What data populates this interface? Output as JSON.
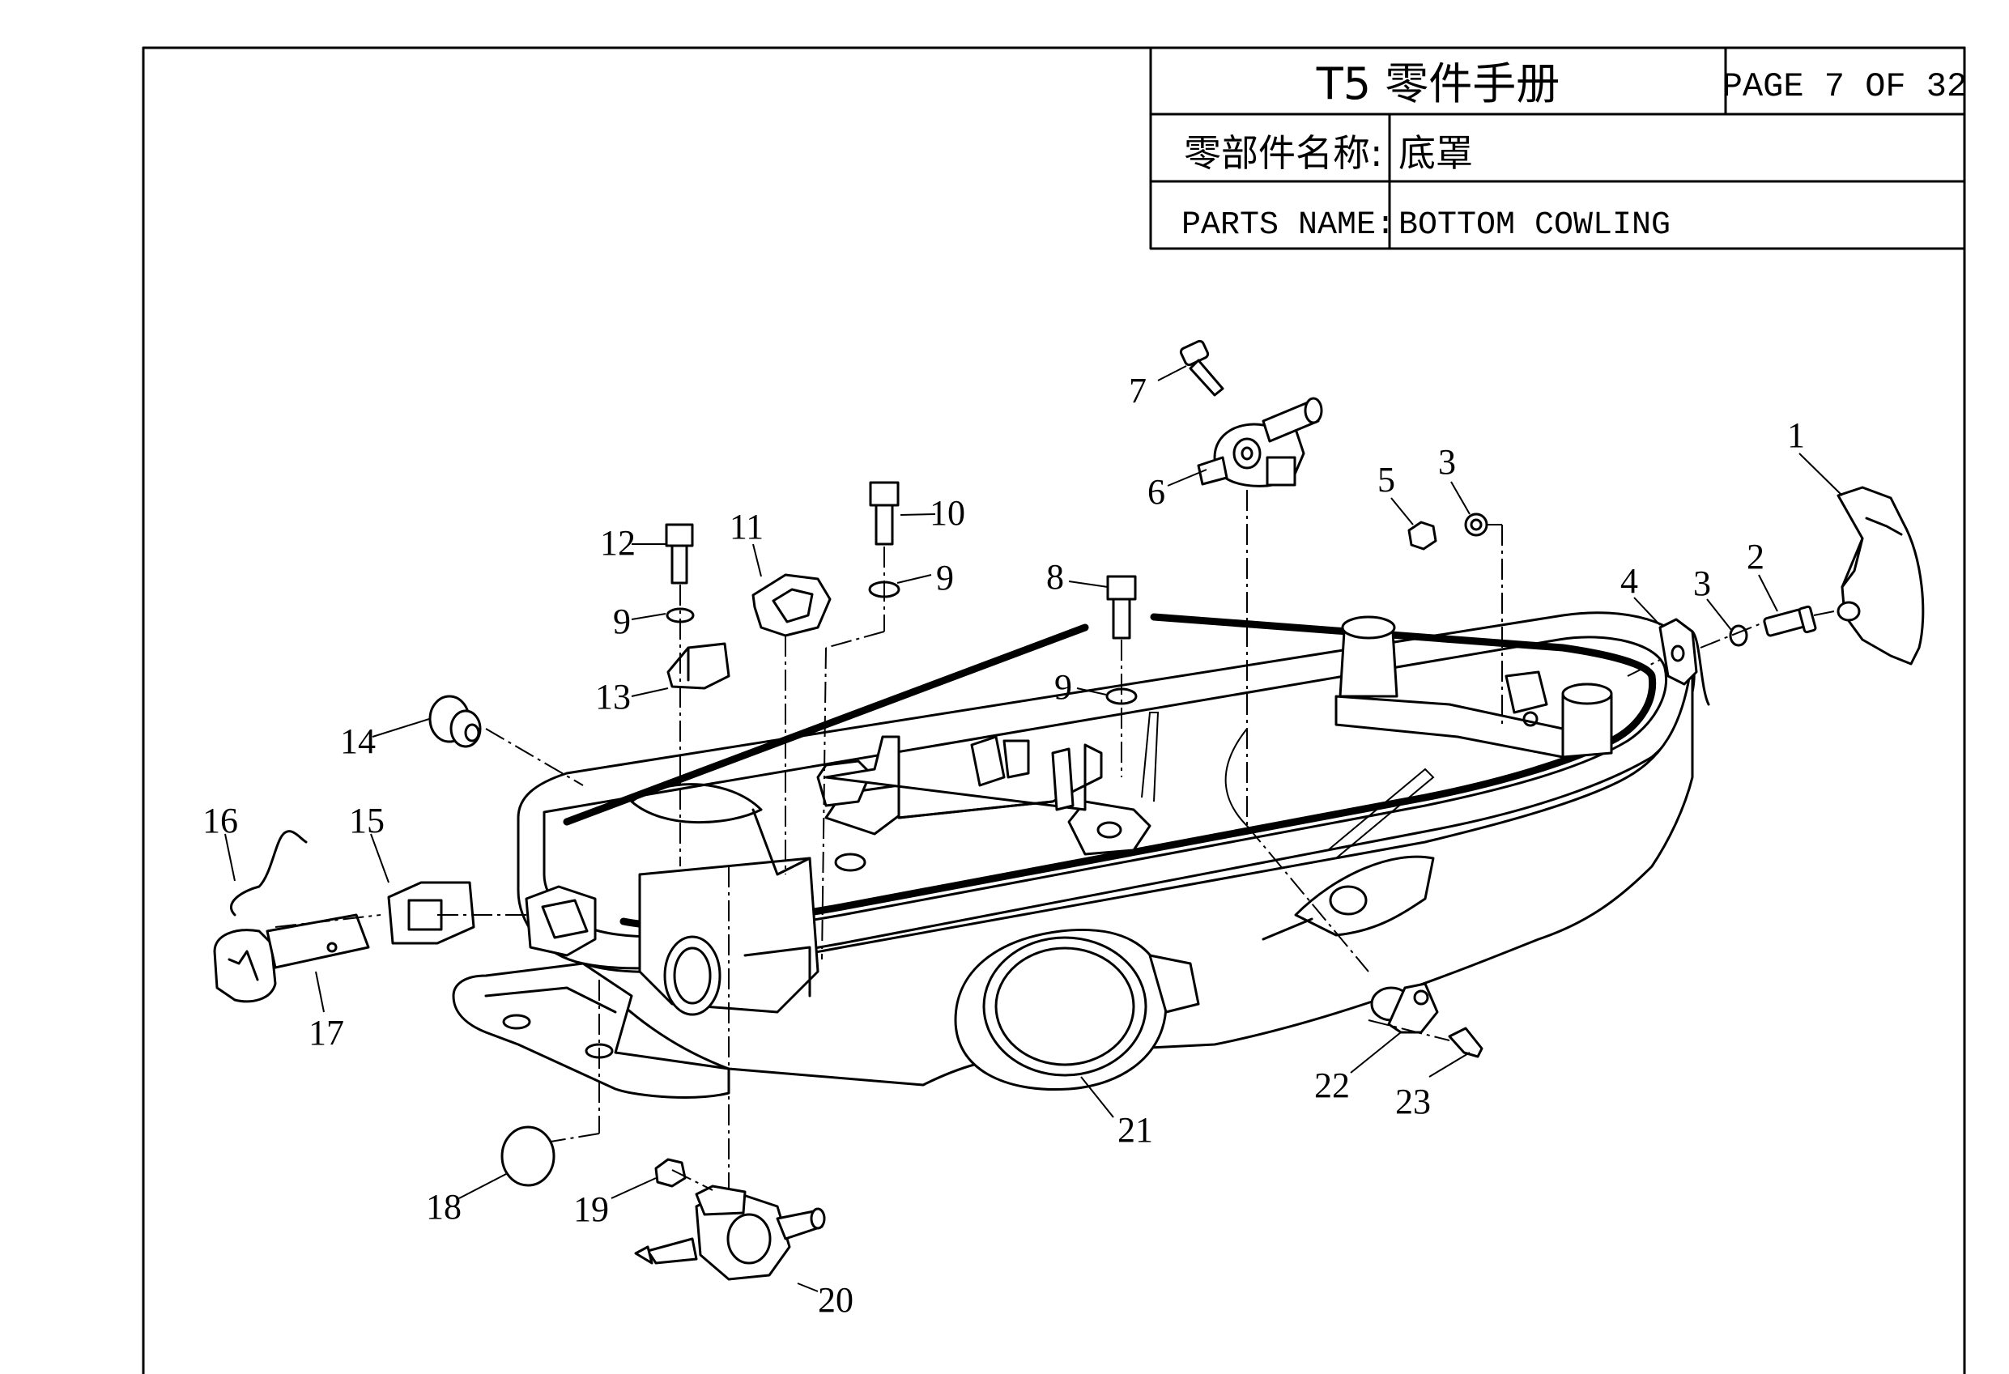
{
  "title_block": {
    "model_title": "T5 零件手册",
    "page_label": "PAGE 7 OF 32",
    "part_name_cn_label": "零部件名称:",
    "part_name_cn_value": "底罩",
    "part_name_en_label": "PARTS NAME:",
    "part_name_en_value": "BOTTOM COWLING"
  },
  "callouts": [
    "1",
    "2",
    "3",
    "3",
    "4",
    "5",
    "6",
    "7",
    "8",
    "9",
    "9",
    "9",
    "10",
    "11",
    "12",
    "13",
    "14",
    "15",
    "16",
    "17",
    "18",
    "19",
    "20",
    "21",
    "22",
    "23"
  ]
}
